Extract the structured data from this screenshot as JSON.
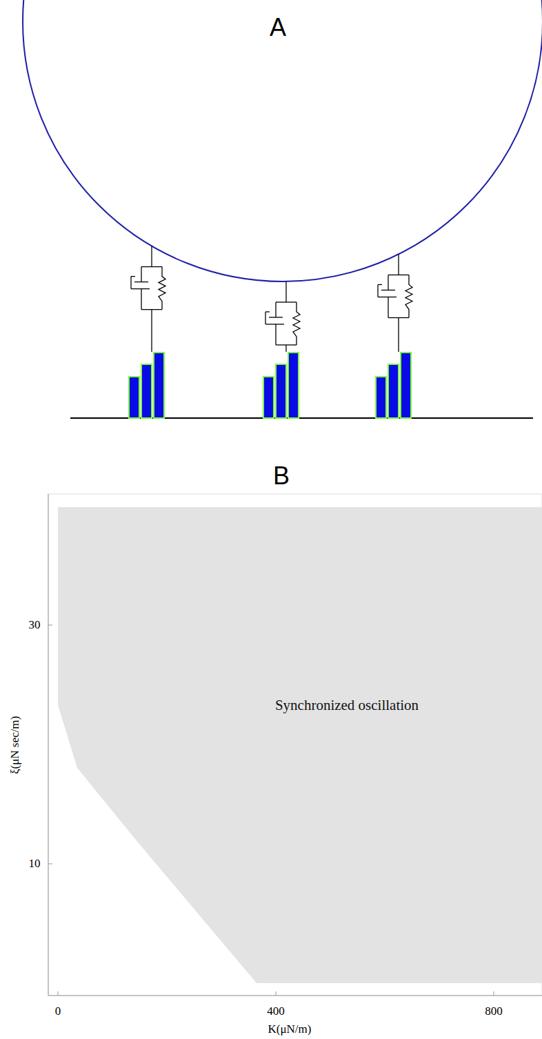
{
  "diagram": {
    "nodes": [
      {
        "text": [
          "Synchronized oscillation"
        ]
      }
    ],
    "labels": [
      "A",
      "B",
      "30",
      "10",
      "0",
      "400",
      "800",
      "ξ(μN sec/m)",
      "K(μN/m)"
    ]
  }
}
